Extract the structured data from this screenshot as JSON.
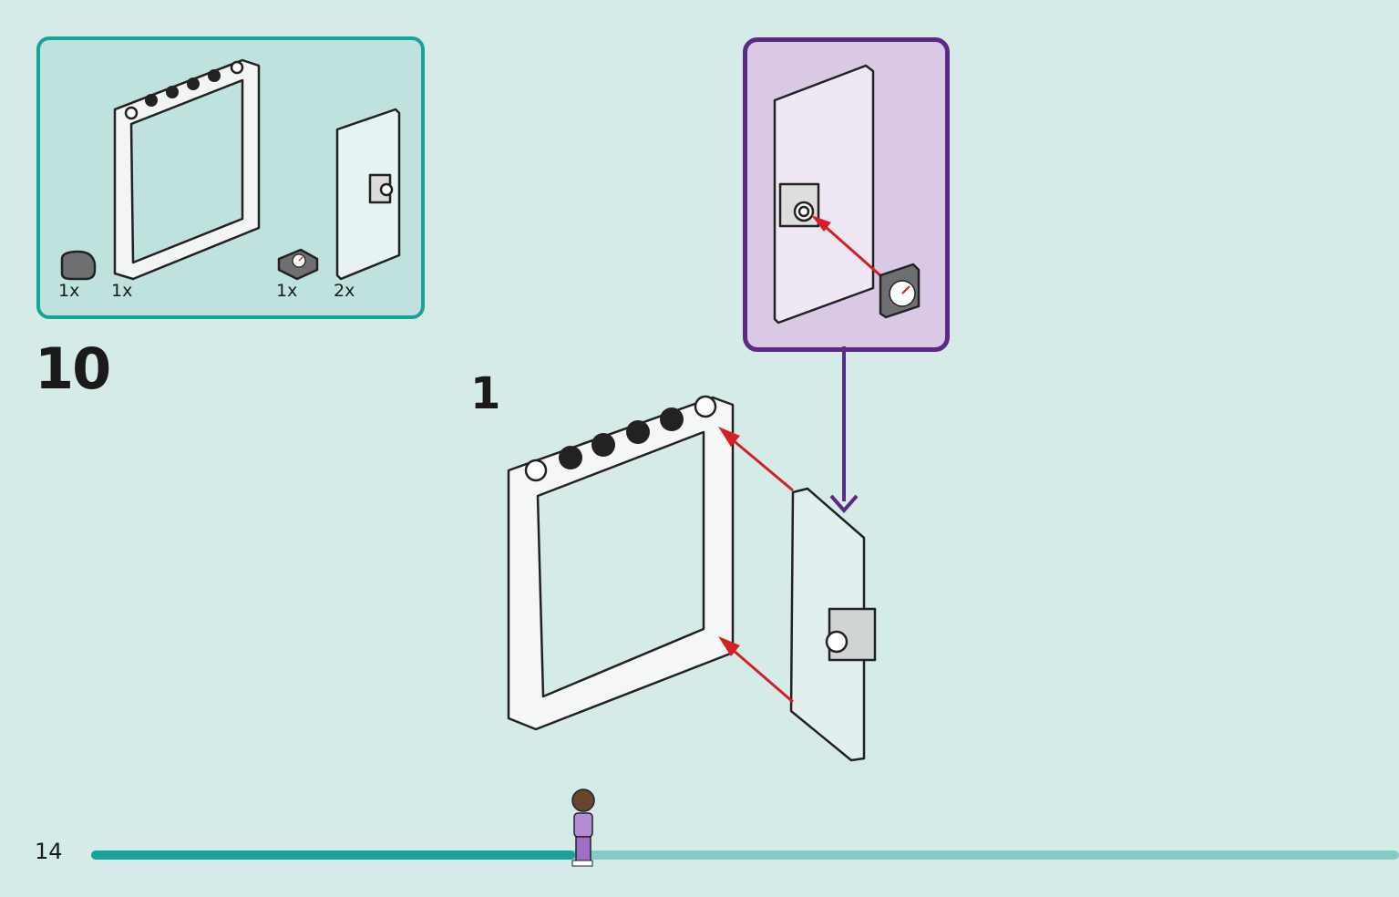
{
  "page": {
    "background": "#d5ebe8"
  },
  "parts_list": {
    "border_color": "#17a39a",
    "background": "#bfe2de",
    "items": [
      {
        "qty": "1x",
        "icon": "dark-grey-round-tile-icon"
      },
      {
        "qty": "1x",
        "icon": "white-window-frame-icon"
      },
      {
        "qty": "1x",
        "icon": "gauge-tile-icon"
      },
      {
        "qty": "2x",
        "icon": "transparent-door-icon"
      }
    ]
  },
  "step": {
    "number": "10",
    "sub_step": "1"
  },
  "callout": {
    "border_color": "#5b2a86",
    "background": "#d9c9e4"
  },
  "arrow_color": "#d32027",
  "footer": {
    "page_number": "14",
    "progress": 0.37,
    "track_color": "#86cbc3",
    "fill_color": "#17a39a"
  }
}
